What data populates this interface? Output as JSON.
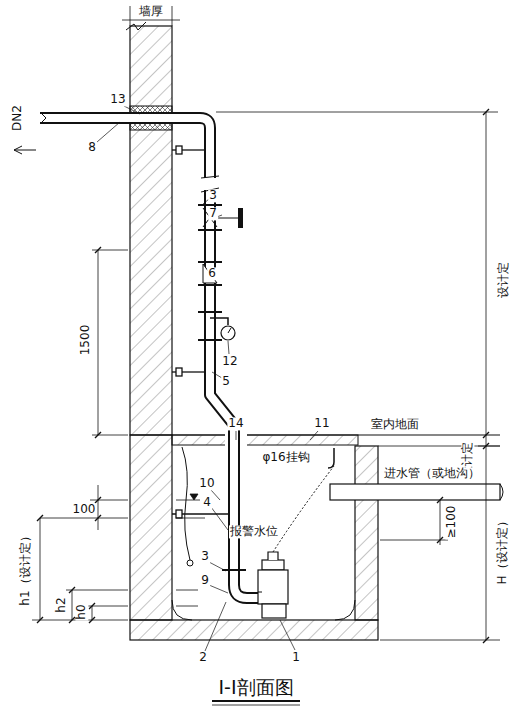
{
  "diagram": {
    "title": "I-I剖面图",
    "labels": [
      "墙厚",
      "13",
      "DN2",
      "8",
      "3",
      "7",
      "1500",
      "设计定",
      "6",
      "12",
      "5",
      "14",
      "11",
      "室内地面",
      "设计定",
      "10",
      "φ16挂钩",
      "4",
      "100",
      "报警水位",
      "≥100",
      "进水管（或地沟）",
      "H（设计定）",
      "3",
      "9",
      "h1（设计定）",
      "h2",
      "h0",
      "2",
      "1"
    ]
  }
}
